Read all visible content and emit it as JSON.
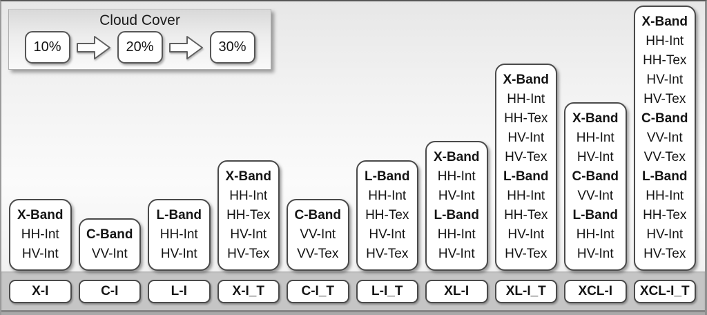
{
  "legend": {
    "title": "Cloud Cover",
    "steps": [
      "10%",
      "20%",
      "30%"
    ]
  },
  "columns": [
    {
      "label": "X-I",
      "lines": [
        {
          "text": "X-Band",
          "bold": true
        },
        {
          "text": "HH-Int",
          "bold": false
        },
        {
          "text": "HV-Int",
          "bold": false
        }
      ]
    },
    {
      "label": "C-I",
      "lines": [
        {
          "text": "C-Band",
          "bold": true
        },
        {
          "text": "VV-Int",
          "bold": false
        }
      ]
    },
    {
      "label": "L-I",
      "lines": [
        {
          "text": "L-Band",
          "bold": true
        },
        {
          "text": "HH-Int",
          "bold": false
        },
        {
          "text": "HV-Int",
          "bold": false
        }
      ]
    },
    {
      "label": "X-I_T",
      "lines": [
        {
          "text": "X-Band",
          "bold": true
        },
        {
          "text": "HH-Int",
          "bold": false
        },
        {
          "text": "HH-Tex",
          "bold": false
        },
        {
          "text": "HV-Int",
          "bold": false
        },
        {
          "text": "HV-Tex",
          "bold": false
        }
      ]
    },
    {
      "label": "C-I_T",
      "lines": [
        {
          "text": "C-Band",
          "bold": true
        },
        {
          "text": "VV-Int",
          "bold": false
        },
        {
          "text": "VV-Tex",
          "bold": false
        }
      ]
    },
    {
      "label": "L-I_T",
      "lines": [
        {
          "text": "L-Band",
          "bold": true
        },
        {
          "text": "HH-Int",
          "bold": false
        },
        {
          "text": "HH-Tex",
          "bold": false
        },
        {
          "text": "HV-Int",
          "bold": false
        },
        {
          "text": "HV-Tex",
          "bold": false
        }
      ]
    },
    {
      "label": "XL-I",
      "lines": [
        {
          "text": "X-Band",
          "bold": true
        },
        {
          "text": "HH-Int",
          "bold": false
        },
        {
          "text": "HV-Int",
          "bold": false
        },
        {
          "text": "L-Band",
          "bold": true
        },
        {
          "text": "HH-Int",
          "bold": false
        },
        {
          "text": "HV-Int",
          "bold": false
        }
      ]
    },
    {
      "label": "XL-I_T",
      "lines": [
        {
          "text": "X-Band",
          "bold": true
        },
        {
          "text": "HH-Int",
          "bold": false
        },
        {
          "text": "HH-Tex",
          "bold": false
        },
        {
          "text": "HV-Int",
          "bold": false
        },
        {
          "text": "HV-Tex",
          "bold": false
        },
        {
          "text": "L-Band",
          "bold": true
        },
        {
          "text": "HH-Int",
          "bold": false
        },
        {
          "text": "HH-Tex",
          "bold": false
        },
        {
          "text": "HV-Int",
          "bold": false
        },
        {
          "text": "HV-Tex",
          "bold": false
        }
      ]
    },
    {
      "label": "XCL-I",
      "lines": [
        {
          "text": "X-Band",
          "bold": true
        },
        {
          "text": "HH-Int",
          "bold": false
        },
        {
          "text": "HV-Int",
          "bold": false
        },
        {
          "text": "C-Band",
          "bold": true
        },
        {
          "text": "VV-Int",
          "bold": false
        },
        {
          "text": "L-Band",
          "bold": true
        },
        {
          "text": "HH-Int",
          "bold": false
        },
        {
          "text": "HV-Int",
          "bold": false
        }
      ]
    },
    {
      "label": "XCL-I_T",
      "lines": [
        {
          "text": "X-Band",
          "bold": true
        },
        {
          "text": "HH-Int",
          "bold": false
        },
        {
          "text": "HH-Tex",
          "bold": false
        },
        {
          "text": "HV-Int",
          "bold": false
        },
        {
          "text": "HV-Tex",
          "bold": false
        },
        {
          "text": "C-Band",
          "bold": true
        },
        {
          "text": "VV-Int",
          "bold": false
        },
        {
          "text": "VV-Tex",
          "bold": false
        },
        {
          "text": "L-Band",
          "bold": true
        },
        {
          "text": "HH-Int",
          "bold": false
        },
        {
          "text": "HH-Tex",
          "bold": false
        },
        {
          "text": "HV-Int",
          "bold": false
        },
        {
          "text": "HV-Tex",
          "bold": false
        }
      ]
    }
  ],
  "colors": {
    "panel_border": "#4a4a4a",
    "strip_background": "#c5c5c5",
    "text": "#141414"
  }
}
